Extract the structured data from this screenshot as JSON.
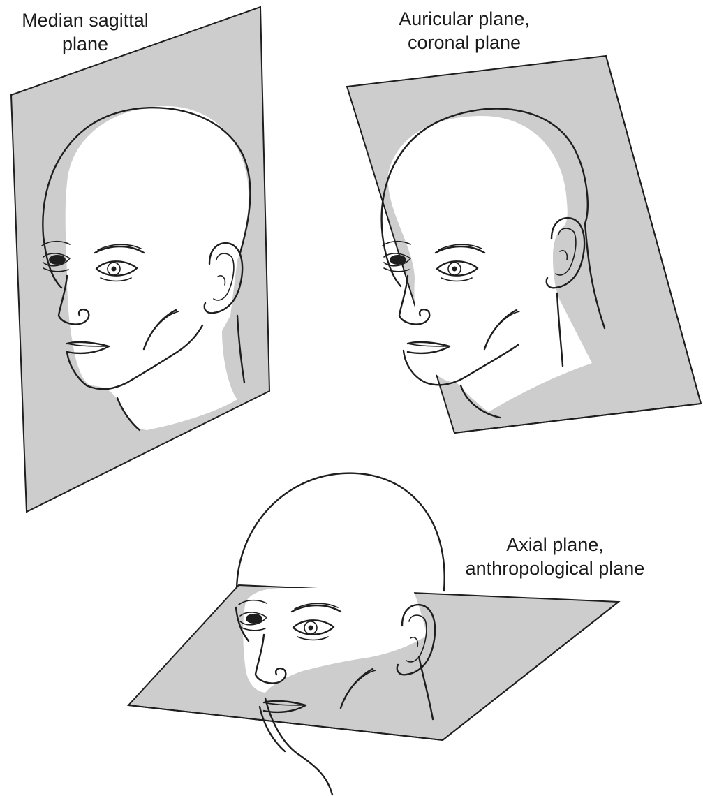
{
  "labels": {
    "sagittal": {
      "line1": "Median sagittal",
      "line2": "plane"
    },
    "coronal": {
      "line1": "Auricular plane,",
      "line2": "coronal plane"
    },
    "axial": {
      "line1": "Axial plane,",
      "line2": "anthropological plane"
    }
  },
  "colors": {
    "plane_fill": "#cdcdcd",
    "outline": "#1e1e1e",
    "background": "#ffffff"
  }
}
